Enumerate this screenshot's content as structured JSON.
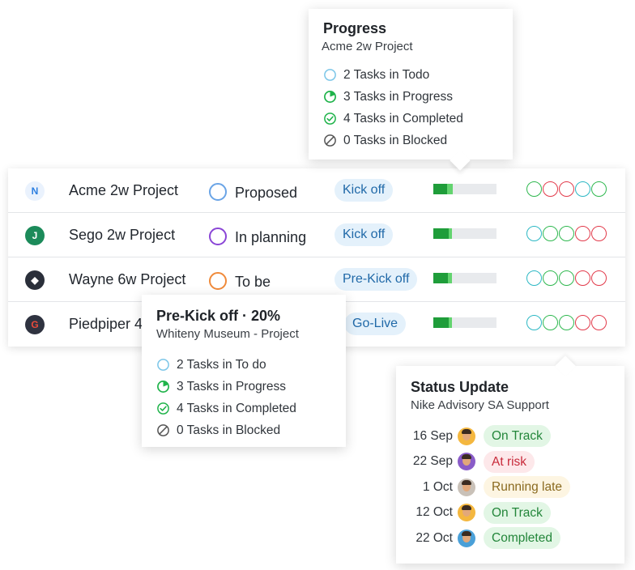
{
  "colors": {
    "ring_todo": "#7cc6e8",
    "ring_progress": "#1fb34a",
    "ring_completed": "#1fb34a",
    "ring_blocked": "#555555",
    "dot_green": "#2fb84f",
    "dot_red": "#e23a4a",
    "dot_teal": "#2cb8c4"
  },
  "progress_popover": {
    "title": "Progress",
    "subtitle": "Acme 2w Project",
    "tasks": [
      {
        "label": "2 Tasks in Todo",
        "icon": "circle-outline-icon"
      },
      {
        "label": "3 Tasks in Progress",
        "icon": "progress-circle-icon"
      },
      {
        "label": "4 Tasks in Completed",
        "icon": "check-circle-icon"
      },
      {
        "label": "0 Tasks in Blocked",
        "icon": "blocked-circle-icon"
      }
    ]
  },
  "projects": [
    {
      "name": "Acme 2w Project",
      "logo_icon": "acme-logo-icon",
      "logo_color": "#2d7fe0",
      "logo_bg": "#eaf2fd",
      "logo_glyph": "N",
      "status": "Proposed",
      "status_color": "#6aa4e6",
      "phase": "Kick off",
      "progress": {
        "dark": 0.22,
        "light": 0.09
      },
      "health": [
        "green",
        "red",
        "red",
        "teal",
        "green"
      ]
    },
    {
      "name": "Sego 2w Project",
      "logo_icon": "sego-logo-icon",
      "logo_color": "#ffffff",
      "logo_bg": "#1c8b5a",
      "logo_glyph": "J",
      "status": "In planning",
      "status_color": "#8a45d6",
      "phase": "Kick off",
      "progress": {
        "dark": 0.24,
        "light": 0.06
      },
      "health": [
        "teal",
        "green",
        "green",
        "red",
        "red"
      ]
    },
    {
      "name": "Wayne 6w Project",
      "logo_icon": "wayne-logo-icon",
      "logo_color": "#ffffff",
      "logo_bg": "#2a2f3a",
      "logo_glyph": "◆",
      "status": "To be",
      "status_color": "#f08a3a",
      "phase": "Pre-Kick off",
      "progress": {
        "dark": 0.23,
        "light": 0.07
      },
      "health": [
        "teal",
        "green",
        "green",
        "red",
        "red"
      ]
    },
    {
      "name": "Piedpiper 4",
      "logo_icon": "piedpiper-logo-icon",
      "logo_color": "#e84b3b",
      "logo_bg": "#2f3340",
      "logo_glyph": "G",
      "status": "",
      "status_color": "#999999",
      "phase": "Go-Live",
      "progress": {
        "dark": 0.24,
        "light": 0.06
      },
      "health": [
        "teal",
        "green",
        "green",
        "red",
        "red"
      ]
    }
  ],
  "prekick_popover": {
    "title": "Pre-Kick off · 20%",
    "subtitle": "Whiteny Museum - Project",
    "tasks": [
      {
        "label": "2 Tasks in To do",
        "icon": "circle-outline-icon"
      },
      {
        "label": "3 Tasks in Progress",
        "icon": "progress-circle-icon"
      },
      {
        "label": "4 Tasks in Completed",
        "icon": "check-circle-icon"
      },
      {
        "label": "0 Tasks in Blocked",
        "icon": "blocked-circle-icon"
      }
    ]
  },
  "status_popover": {
    "title": "Status Update",
    "subtitle": "Nike Advisory SA Support",
    "updates": [
      {
        "date": "16 Sep",
        "status": "On Track",
        "bg": "#e2f6e5",
        "fg": "#23863a",
        "avatar_bg": "#f4b73f"
      },
      {
        "date": "22 Sep",
        "status": "At risk",
        "bg": "#fde8ea",
        "fg": "#c82a3a",
        "avatar_bg": "#8a5cc8"
      },
      {
        "date": "1 Oct",
        "status": "Running late",
        "bg": "#fdf5e2",
        "fg": "#8a6a1f",
        "avatar_bg": "#c9c1b8"
      },
      {
        "date": "12 Oct",
        "status": "On Track",
        "bg": "#e2f6e5",
        "fg": "#23863a",
        "avatar_bg": "#f4b73f"
      },
      {
        "date": "22 Oct",
        "status": "Completed",
        "bg": "#e2f6e5",
        "fg": "#23863a",
        "avatar_bg": "#4aa0d8"
      }
    ]
  }
}
